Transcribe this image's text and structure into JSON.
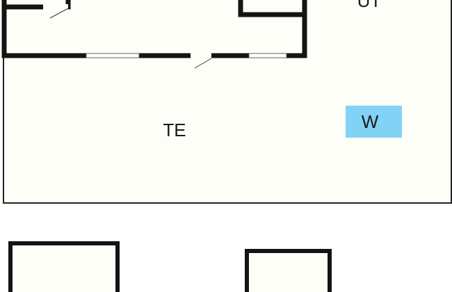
{
  "labels": {
    "terrace": "TE",
    "outdoor": "UT",
    "wc": "W"
  },
  "colors": {
    "floor": "#fefef9",
    "wall": "#141414",
    "outline": "#222222",
    "wc_fill": "#80d3f5",
    "background": "#ffffff"
  }
}
